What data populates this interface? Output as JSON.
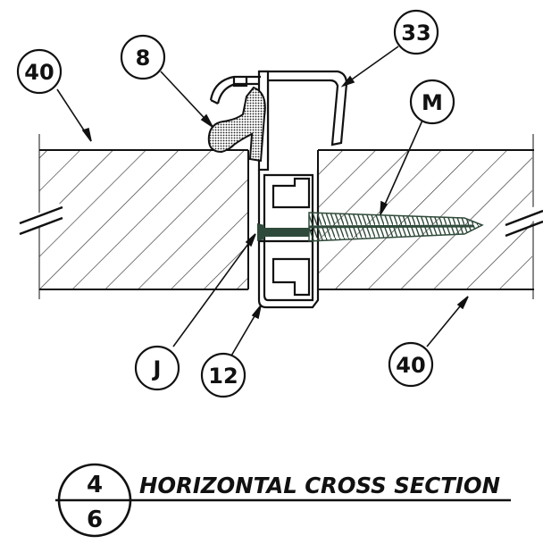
{
  "callouts": {
    "wall_left": "40",
    "seal": "8",
    "cover": "33",
    "screw": "M",
    "anchor": "J",
    "frame": "12",
    "wall_right": "40"
  },
  "title": {
    "text": "HORIZONTAL CROSS SECTION",
    "detail_number": "4",
    "sheet_number": "6"
  },
  "colors": {
    "line": "#111111",
    "screw": "#2f4a3a",
    "hatch": "#333333"
  }
}
